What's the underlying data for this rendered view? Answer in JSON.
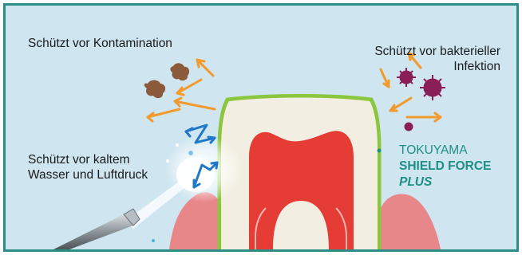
{
  "labels": {
    "contamination": "Schützt vor Kontamination",
    "bacterial_line1": "Schützt vor bakterieller",
    "bacterial_line2": "Infektion",
    "cold_line1": "Schützt vor kaltem",
    "cold_line2": "Wasser und Luftdruck"
  },
  "brand": {
    "line1": "TOKUYAMA",
    "line2": "SHIELD FORCE",
    "line3": "PLUS"
  },
  "colors": {
    "border": "#2c8f86",
    "background": "#cfe6f1",
    "gum": "#e8878a",
    "pulp": "#e53d35",
    "dentin": "#f2efe2",
    "shield_coating": "#8cc63f",
    "arrow_orange": "#f39a2e",
    "arrow_blue": "#1f78c8",
    "particles": "#8a5a3a",
    "bacteria": "#8a1f57",
    "brand_text": "#1f8f86"
  }
}
